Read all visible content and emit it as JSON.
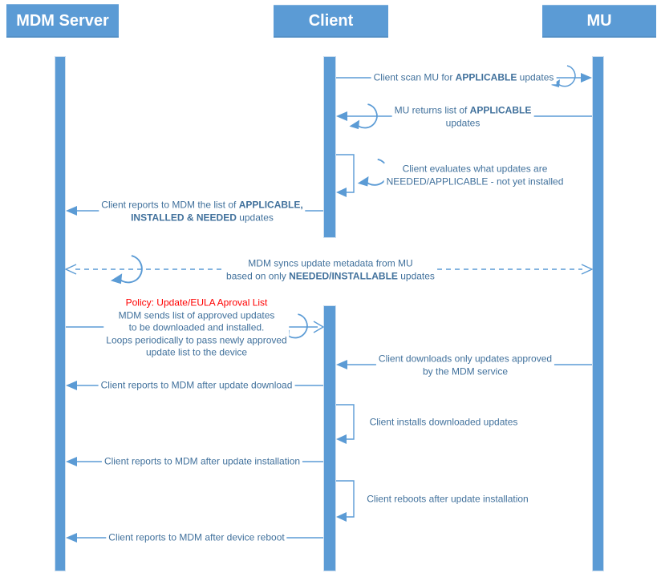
{
  "colors": {
    "accent": "#5B9BD5",
    "label_text": "#41719C",
    "policy_red": "#FF0000",
    "actor_text": "#FFFFFF"
  },
  "actors": [
    {
      "label": "MDM Server"
    },
    {
      "label": "Client"
    },
    {
      "label": "MU"
    }
  ],
  "messages": [
    {
      "parts": [
        {
          "t": "Client scan MU for "
        },
        {
          "t": "APPLICABLE",
          "b": true
        },
        {
          "t": " updates"
        }
      ]
    },
    {
      "parts": [
        {
          "t": "MU returns list of "
        },
        {
          "t": "APPLICABLE",
          "b": true
        },
        {
          "br": true
        },
        {
          "t": "updates"
        }
      ]
    },
    {
      "parts": [
        {
          "t": "Client evaluates what updates are"
        },
        {
          "br": true
        },
        {
          "t": "NEEDED/APPLICABLE - not yet installed"
        }
      ]
    },
    {
      "parts": [
        {
          "t": "Client reports to MDM the list of "
        },
        {
          "t": "APPLICABLE,",
          "b": true
        },
        {
          "br": true
        },
        {
          "t": "INSTALLED & NEEDED",
          "b": true
        },
        {
          "t": " updates"
        }
      ]
    },
    {
      "parts": [
        {
          "t": "MDM syncs update metadata from MU"
        },
        {
          "br": true
        },
        {
          "t": "based on only "
        },
        {
          "t": "NEEDED/INSTALLABLE",
          "b": true
        },
        {
          "t": " updates"
        }
      ]
    },
    {
      "parts": [
        {
          "t": "Policy: Update/EULA Aproval List",
          "red": true
        },
        {
          "br": true
        },
        {
          "t": "MDM sends list of approved updates"
        },
        {
          "br": true
        },
        {
          "t": "to be downloaded and installed."
        },
        {
          "br": true
        },
        {
          "t": "Loops periodically to pass newly approved"
        },
        {
          "br": true
        },
        {
          "t": "update list to the device"
        }
      ]
    },
    {
      "parts": [
        {
          "t": "Client downloads only updates approved"
        },
        {
          "br": true
        },
        {
          "t": "by the MDM service"
        }
      ]
    },
    {
      "parts": [
        {
          "t": "Client reports to MDM after update download"
        }
      ]
    },
    {
      "parts": [
        {
          "t": "Client installs downloaded updates"
        }
      ]
    },
    {
      "parts": [
        {
          "t": "Client reports to MDM after update installation"
        }
      ]
    },
    {
      "parts": [
        {
          "t": "Client reboots after update installation"
        }
      ]
    },
    {
      "parts": [
        {
          "t": "Client reports to MDM after device reboot"
        }
      ]
    }
  ]
}
